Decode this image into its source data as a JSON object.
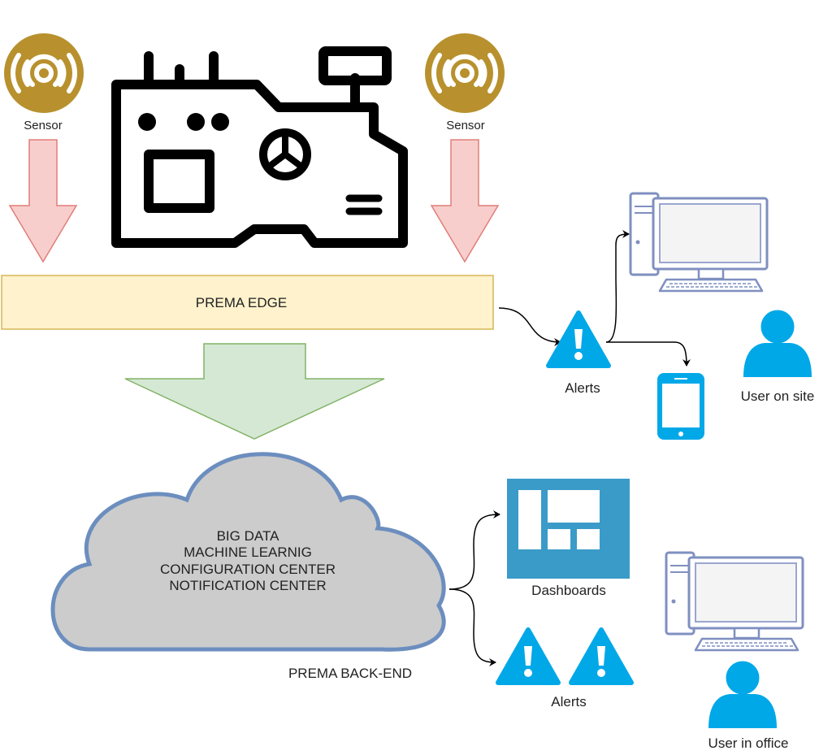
{
  "sensors": [
    {
      "label": "Sensor"
    },
    {
      "label": "Sensor"
    }
  ],
  "edge": {
    "label": "PREMA EDGE"
  },
  "cloud": {
    "lines": [
      "BIG DATA",
      "MACHINE LEARNIG",
      "CONFIGURATION CENTER",
      "NOTIFICATION CENTER"
    ],
    "caption": "PREMA BACK-END"
  },
  "alerts_site": {
    "label": "Alerts"
  },
  "user_site": {
    "label": "User on site"
  },
  "dashboards": {
    "label": "Dashboards"
  },
  "alerts_office": {
    "label": "Alerts"
  },
  "user_office": {
    "label": "User in office"
  },
  "colors": {
    "sensor": "#b8912e",
    "edge_fill": "#fff2cc",
    "edge_stroke": "#d6b656",
    "red_arrow_fill": "#f8cecc",
    "red_arrow_stroke": "#e07f7a",
    "green_arrow_fill": "#d5e8d4",
    "green_arrow_stroke": "#82b366",
    "cloud_fill": "#cccccc",
    "cloud_stroke": "#6c8ebf",
    "alert": "#00a8e8",
    "dashboard": "#3a9bc8",
    "user": "#00a8e8",
    "computer_stroke": "#7f8fc0"
  }
}
